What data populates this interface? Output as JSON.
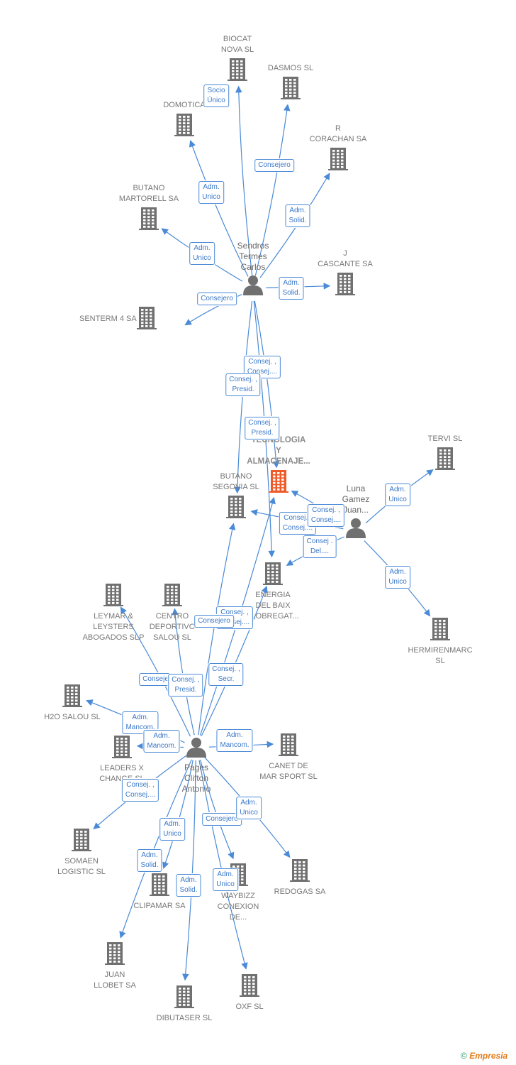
{
  "colors": {
    "building": "#707070",
    "main_building": "#f05a28",
    "person": "#707070",
    "edge": "#4a8ad6",
    "label_text": "#3a78c8"
  },
  "companies": [
    {
      "id": "biocat",
      "name": "BIOCAT\nNOVA SL"
    },
    {
      "id": "dasmos",
      "name": "DASMOS SL"
    },
    {
      "id": "domotica",
      "name": "DOMOTICA"
    },
    {
      "id": "rcorachan",
      "name": "R\nCORACHAN SA"
    },
    {
      "id": "butanomart",
      "name": "BUTANO\nMARTORELL SA"
    },
    {
      "id": "jcascante",
      "name": "J\nCASCANTE SA"
    },
    {
      "id": "senterm",
      "name": "SENTERM 4 SA"
    },
    {
      "id": "tecnologia",
      "name": "TECNOLOGIA\nY\nALMACENAJE...",
      "main": true
    },
    {
      "id": "tervi",
      "name": "TERVI SL"
    },
    {
      "id": "butanoseg",
      "name": "BUTANO\nSEGOVIA SL"
    },
    {
      "id": "energia",
      "name": "ENERGIA\nDEL BAIX\nLLOBREGAT..."
    },
    {
      "id": "leymar",
      "name": "LEYMAR &\nLEYSTERS\nABOGADOS SLP"
    },
    {
      "id": "centro",
      "name": "CENTRO\nDEPORTIVO\nSALOU SL"
    },
    {
      "id": "hermiren",
      "name": "HERMIRENMARC\nSL"
    },
    {
      "id": "h2o",
      "name": "H2O SALOU SL"
    },
    {
      "id": "leaders",
      "name": "LEADERS X\nCHANGE SL"
    },
    {
      "id": "canet",
      "name": "CANET DE\nMAR SPORT SL"
    },
    {
      "id": "somaen",
      "name": "SOMAEN\nLOGISTIC SL"
    },
    {
      "id": "clipamar",
      "name": "CLIPAMAR SA"
    },
    {
      "id": "waybizz",
      "name": "WAYBIZZ\nCONEXION\nDE..."
    },
    {
      "id": "redogas",
      "name": "REDOGAS SA"
    },
    {
      "id": "juan",
      "name": "JUAN\nLLOBET SA"
    },
    {
      "id": "dibutaser",
      "name": "DIBUTASER SL"
    },
    {
      "id": "oxf",
      "name": "OXF SL"
    }
  ],
  "people": [
    {
      "id": "sendros",
      "name": "Sendros\nTermes\nCarlos"
    },
    {
      "id": "luna",
      "name": "Luna\nGamez\nJuan..."
    },
    {
      "id": "pages",
      "name": "Pages\nClifton\nAntonio"
    }
  ],
  "edges": [
    {
      "from": "sendros",
      "to": "biocat",
      "label": "Socio\nÚnico"
    },
    {
      "from": "sendros",
      "to": "dasmos",
      "label": "Consejero"
    },
    {
      "from": "sendros",
      "to": "domotica",
      "label": "Adm.\nUnico"
    },
    {
      "from": "sendros",
      "to": "rcorachan",
      "label": "Adm.\nSolid."
    },
    {
      "from": "sendros",
      "to": "butanomart",
      "label": "Adm.\nUnico"
    },
    {
      "from": "sendros",
      "to": "jcascante",
      "label": "Adm.\nSolid."
    },
    {
      "from": "sendros",
      "to": "senterm",
      "label": "Consejero"
    },
    {
      "from": "sendros",
      "to": "tecnologia",
      "label": "Consej. ,\nConsej...."
    },
    {
      "from": "sendros",
      "to": "butanoseg",
      "label": "Consej. ,\nPresid."
    },
    {
      "from": "sendros",
      "to": "energia",
      "label": "Consej. ,\nPresid."
    },
    {
      "from": "luna",
      "to": "tervi",
      "label": "Adm.\nUnico"
    },
    {
      "from": "luna",
      "to": "hermiren",
      "label": "Adm.\nUnico"
    },
    {
      "from": "luna",
      "to": "butanoseg",
      "label": "Consej. ,\nConsej...."
    },
    {
      "from": "luna",
      "to": "tecnologia",
      "label": "Consej. ,\nConsej...."
    },
    {
      "from": "luna",
      "to": "energia",
      "label": "Consej .\nDel...."
    },
    {
      "from": "pages",
      "to": "tecnologia",
      "label": "Consej. ,\nConsej...."
    },
    {
      "from": "pages",
      "to": "butanoseg",
      "label": "Consej. ,\nSecr."
    },
    {
      "from": "pages",
      "to": "leymar",
      "label": "Consejero"
    },
    {
      "from": "pages",
      "to": "centro",
      "label": "Consej. ,\nPresid."
    },
    {
      "from": "pages",
      "to": "h2o",
      "label": "Adm.\nMancom."
    },
    {
      "from": "pages",
      "to": "leaders",
      "label": "Adm.\nMancom."
    },
    {
      "from": "pages",
      "to": "canet",
      "label": "Adm.\nMancom."
    },
    {
      "from": "pages",
      "to": "somaen",
      "label": "Consej. ,\nConsej...."
    },
    {
      "from": "pages",
      "to": "clipamar",
      "label": "Adm.\nUnico"
    },
    {
      "from": "pages",
      "to": "waybizz",
      "label": "Consejero"
    },
    {
      "from": "pages",
      "to": "redogas",
      "label": "Adm.\nUnico"
    },
    {
      "from": "pages",
      "to": "juan",
      "label": "Adm.\nSolid."
    },
    {
      "from": "pages",
      "to": "dibutaser",
      "label": "Adm.\nSolid."
    },
    {
      "from": "pages",
      "to": "oxf",
      "label": "Adm.\nUnico"
    },
    {
      "from": "pages",
      "to": "energia",
      "label": "Consejero"
    }
  ],
  "footer": {
    "copyright": "©",
    "brand": "Empresia"
  }
}
